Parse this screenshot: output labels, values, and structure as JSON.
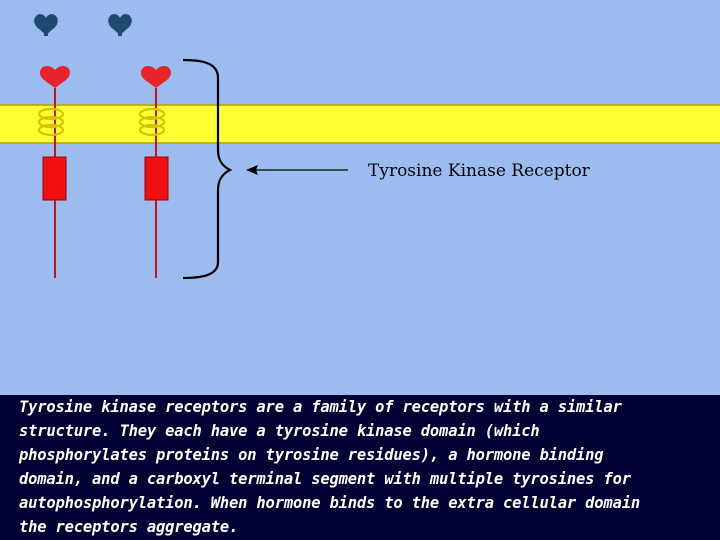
{
  "diagram": {
    "label": "Tyrosine Kinase Receptor",
    "colors": {
      "background": "#9cbcf0",
      "membrane": "#ffff33",
      "hormone": "#1f4a70",
      "binding_domain": "#e8242a",
      "kinase_domain": "#f01010",
      "helix": "#e6d800",
      "caption_background": "#000033"
    }
  },
  "caption": {
    "lines": [
      "Tyrosine kinase receptors are a family of receptors with a similar",
      "structure. They each have a tyrosine kinase domain (which",
      "phosphorylates proteins on tyrosine residues), a hormone binding",
      "domain, and a carboxyl terminal segment with multiple tyrosines for",
      "autophosphorylation. When hormone binds to the extra cellular domain",
      "the receptors aggregate."
    ]
  }
}
